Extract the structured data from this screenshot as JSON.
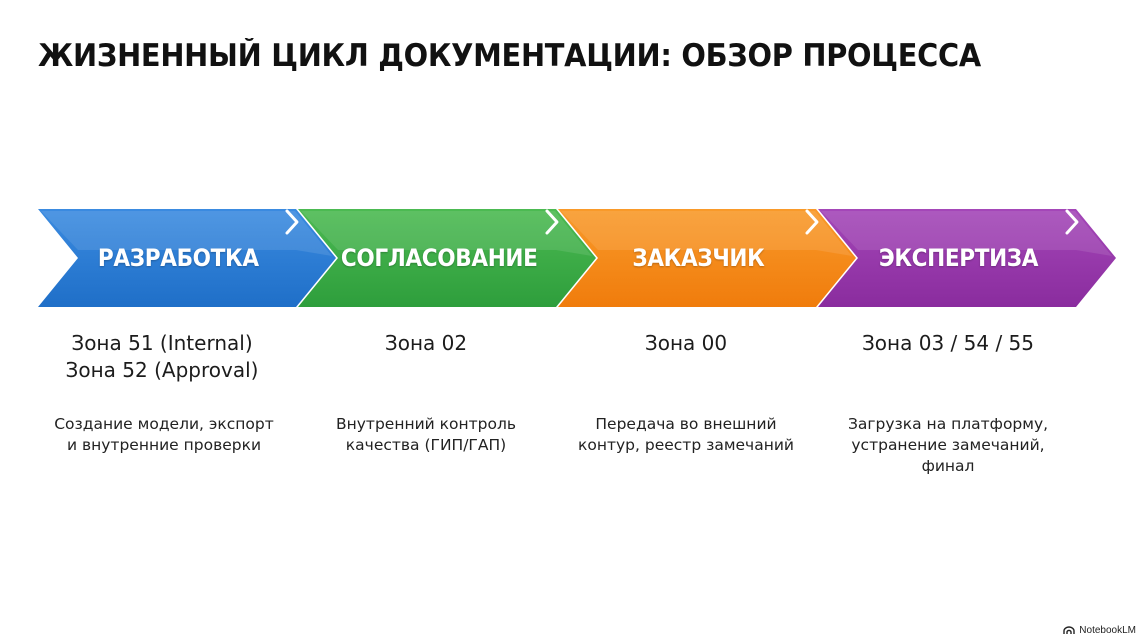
{
  "title": "ЖИЗНЕННЫЙ ЦИКЛ ДОКУМЕНТАЦИИ: ОБЗОР ПРОЦЕССА",
  "stages": [
    {
      "label": "РАЗРАБОТКА",
      "color": "#1f6fc8",
      "color_light": "#3b8be0",
      "zones": [
        "Зона 51 (Internal)",
        "Зона 52 (Approval)"
      ],
      "description": [
        "Создание модели, экспорт",
        "и внутренние проверки"
      ],
      "icon": "chevron-right-icon"
    },
    {
      "label": "СОГЛАСОВАНИЕ",
      "color": "#2e9e3c",
      "color_light": "#4cba52",
      "zones": [
        "Зона 02"
      ],
      "description": [
        "Внутренний контроль",
        "качества (ГИП/ГАП)"
      ],
      "icon": "chevron-right-icon"
    },
    {
      "label": "ЗАКАЗЧИК",
      "color": "#f07c0c",
      "color_light": "#f99a2a",
      "zones": [
        "Зона 00"
      ],
      "description": [
        "Передача во внешний",
        "контур, реестр замечаний"
      ],
      "icon": "chevron-right-icon"
    },
    {
      "label": "ЭКСПЕРТИЗА",
      "color": "#8a2c9e",
      "color_light": "#a447b8",
      "zones": [
        "Зона 03 / 54 / 55"
      ],
      "description": [
        "Загрузка на платформу,",
        "устранение замечаний,",
        "финал"
      ],
      "icon": "chevron-right-icon"
    }
  ],
  "branding": {
    "text": "NotebookLM",
    "icon": "notebooklm-logo-icon"
  }
}
